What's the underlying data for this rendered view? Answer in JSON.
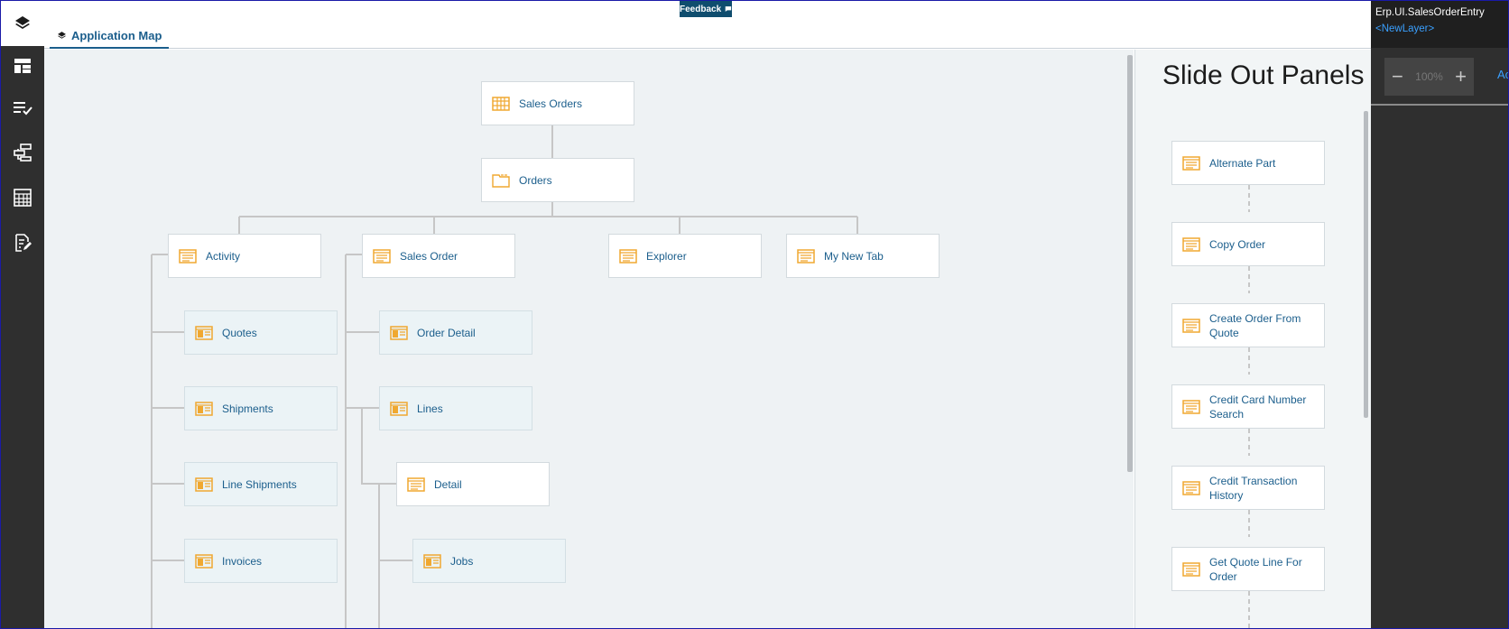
{
  "header": {
    "tab_label": "Application Map",
    "feedback_label": "Feedback"
  },
  "rail": {
    "items": [
      {
        "icon": "layout-icon"
      },
      {
        "icon": "checklist-icon"
      },
      {
        "icon": "hierarchy-icon"
      },
      {
        "icon": "grid-icon"
      },
      {
        "icon": "edit-document-icon"
      }
    ]
  },
  "map": {
    "root": {
      "label": "Sales Orders",
      "icon": "grid-table-icon"
    },
    "orders": {
      "label": "Orders",
      "icon": "folder-icon"
    },
    "tabs": [
      {
        "label": "Activity",
        "icon": "panel-icon"
      },
      {
        "label": "Sales Order",
        "icon": "panel-icon"
      },
      {
        "label": "Explorer",
        "icon": "panel-icon"
      },
      {
        "label": "My New Tab",
        "icon": "panel-icon"
      }
    ],
    "activity_children": [
      {
        "label": "Quotes",
        "icon": "card-icon"
      },
      {
        "label": "Shipments",
        "icon": "card-icon"
      },
      {
        "label": "Line Shipments",
        "icon": "card-icon"
      },
      {
        "label": "Invoices",
        "icon": "card-icon"
      }
    ],
    "sales_order_children": [
      {
        "label": "Order Detail",
        "icon": "card-icon"
      },
      {
        "label": "Lines",
        "icon": "card-icon"
      },
      {
        "label": "Detail",
        "icon": "panel-icon"
      },
      {
        "label": "Jobs",
        "icon": "card-icon"
      }
    ]
  },
  "slide_out": {
    "title": "Slide Out Panels",
    "panels": [
      {
        "label": "Alternate Part"
      },
      {
        "label": "Copy Order"
      },
      {
        "label": "Create Order From Quote"
      },
      {
        "label": "Credit Card Number Search"
      },
      {
        "label": "Credit Transaction History"
      },
      {
        "label": "Get Quote Line For Order"
      }
    ]
  },
  "right_panel": {
    "title": "Erp.UI.SalesOrderEntry",
    "layer": "<NewLayer>",
    "zoom": "100%",
    "add_label": "Ac"
  },
  "colors": {
    "accent": "#1b5e8c",
    "icon_orange": "#f0a830",
    "rail_bg": "#2f2f2f",
    "canvas_bg": "#eef2f4"
  }
}
